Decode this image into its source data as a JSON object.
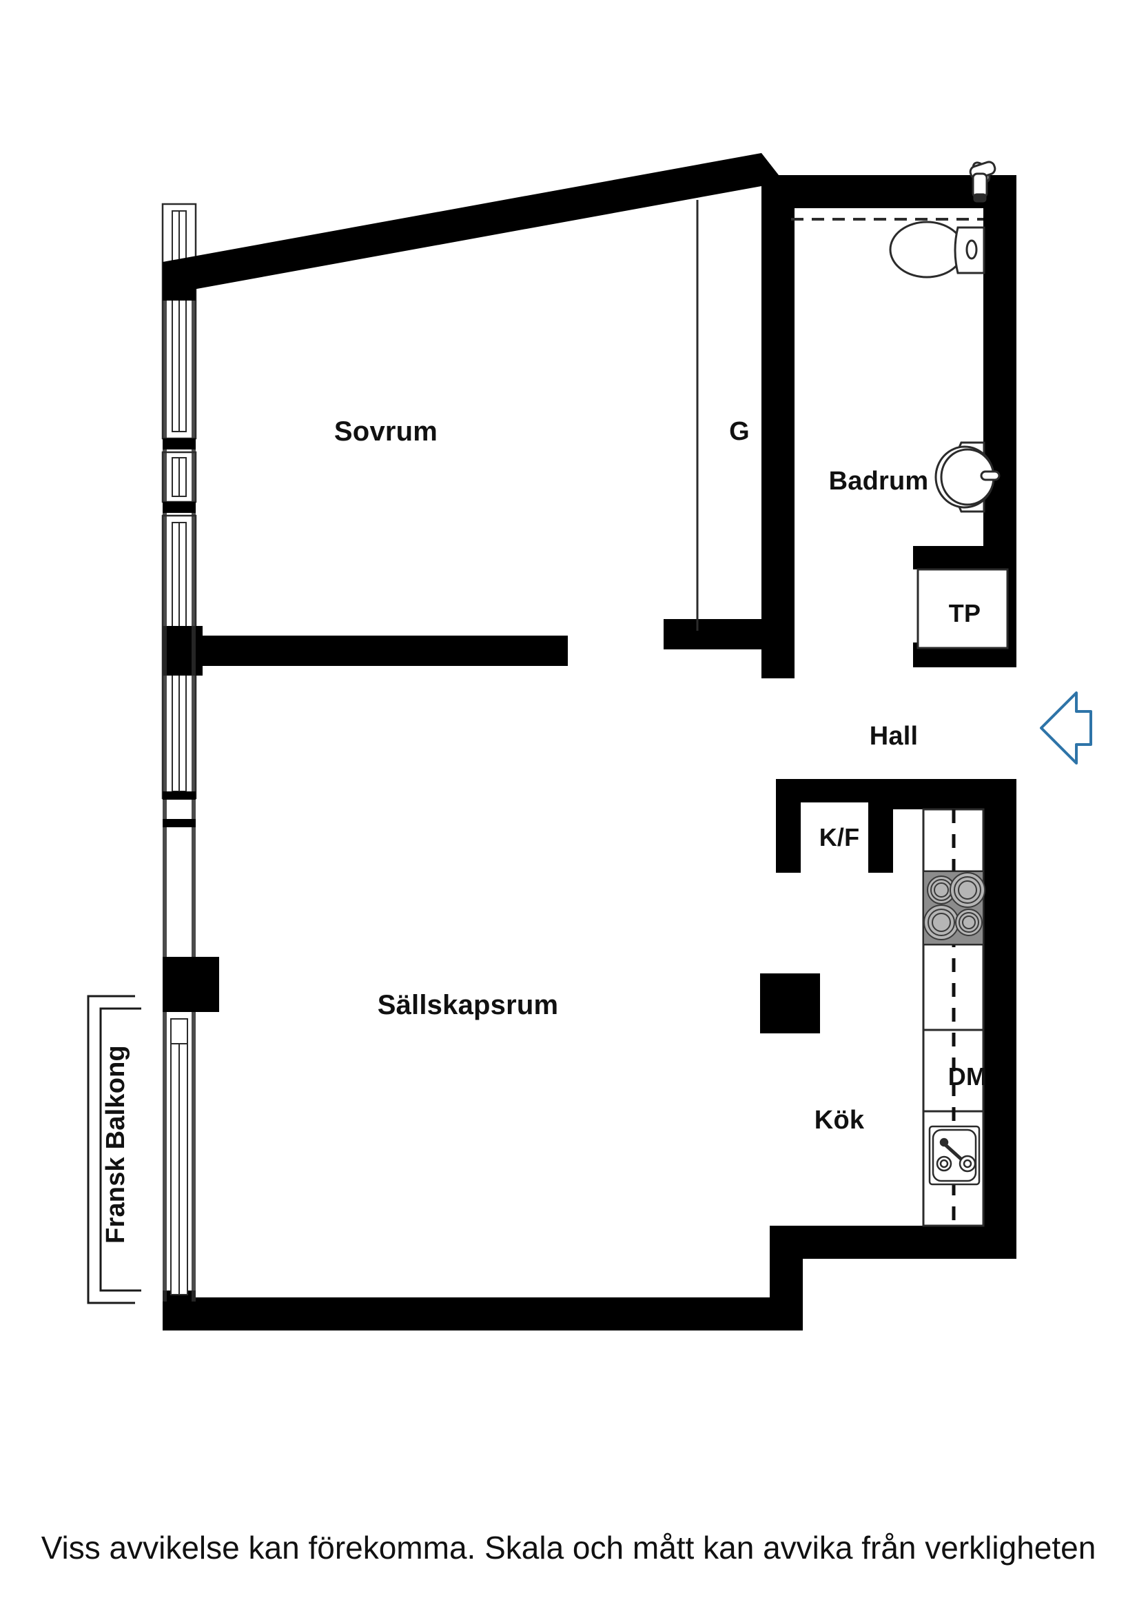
{
  "plan": {
    "rooms": [
      {
        "key": "sovrum",
        "label": "Sovrum"
      },
      {
        "key": "wardrobe",
        "label": "G"
      },
      {
        "key": "badrum",
        "label": "Badrum"
      },
      {
        "key": "washer",
        "label": "TP"
      },
      {
        "key": "hall",
        "label": "Hall"
      },
      {
        "key": "fridge",
        "label": "K/F"
      },
      {
        "key": "sallskapsrum",
        "label": "Sällskapsrum"
      },
      {
        "key": "kok",
        "label": "Kök"
      },
      {
        "key": "dishwasher",
        "label": "DM"
      },
      {
        "key": "balkong",
        "label": "Fransk Balkong"
      }
    ],
    "labels": {
      "sovrum": "Sovrum",
      "wardrobe": "G",
      "badrum": "Badrum",
      "washer": "TP",
      "hall": "Hall",
      "fridge": "K/F",
      "sallskapsrum": "Sällskapsrum",
      "kok": "Kök",
      "dishwasher": "DM",
      "balkong": "Fransk Balkong"
    },
    "fixtures": [
      {
        "name": "shower-head-icon",
        "room": "badrum"
      },
      {
        "name": "shower-zone-line",
        "room": "badrum"
      },
      {
        "name": "toilet-icon",
        "room": "badrum"
      },
      {
        "name": "washbasin-icon",
        "room": "badrum"
      },
      {
        "name": "cooktop-icon",
        "room": "kok"
      },
      {
        "name": "kitchen-sink-icon",
        "room": "kok"
      },
      {
        "name": "counter-centerline",
        "room": "kok"
      },
      {
        "name": "column-icon",
        "room": "sallskapsrum"
      },
      {
        "name": "balcony-railing",
        "room": "balkong"
      },
      {
        "name": "entrance-arrow-icon",
        "room": "hall"
      }
    ],
    "colors": {
      "wall": "#000000",
      "floor": "#ffffff",
      "fixture_outline": "#2b2b2b",
      "cooktop_fill": "#8c8c8c",
      "burner_fill": "#b5b5b5",
      "entrance_arrow": "#2e74a8",
      "text": "#111111"
    }
  },
  "footer": {
    "note": "Viss avvikelse kan förekomma. Skala och mått kan avvika från verkligheten"
  }
}
